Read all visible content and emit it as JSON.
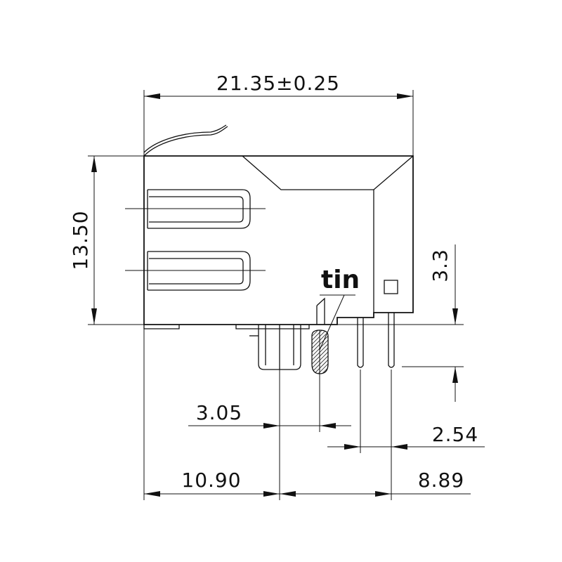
{
  "dimensions": {
    "overall_width": "21.35±0.25",
    "overall_height": "13.50",
    "pin_height": "3.3",
    "post_to_pin": "3.05",
    "pin_pitch": "2.54",
    "left_to_post": "10.90",
    "post_to_rear_pin": "8.89"
  },
  "callouts": {
    "tin": "tin"
  }
}
